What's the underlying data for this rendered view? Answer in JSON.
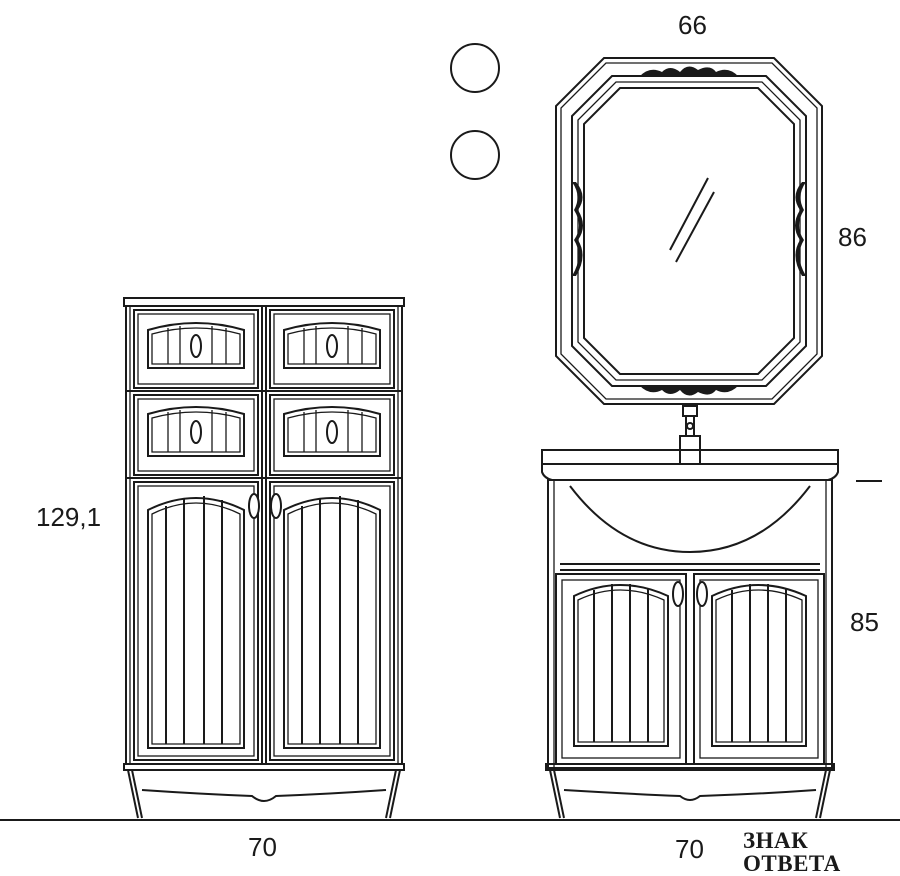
{
  "dimensions": {
    "mirror_width": "66",
    "mirror_height": "86",
    "cabinet_height": "129,1",
    "vanity_height": "85",
    "cabinet_width": "70",
    "vanity_width": "70"
  },
  "watermark": "ЗНАК ОТВЕТА",
  "colors": {
    "line": "#1a1a1a",
    "background": "#ffffff"
  },
  "option_swatches": 2
}
